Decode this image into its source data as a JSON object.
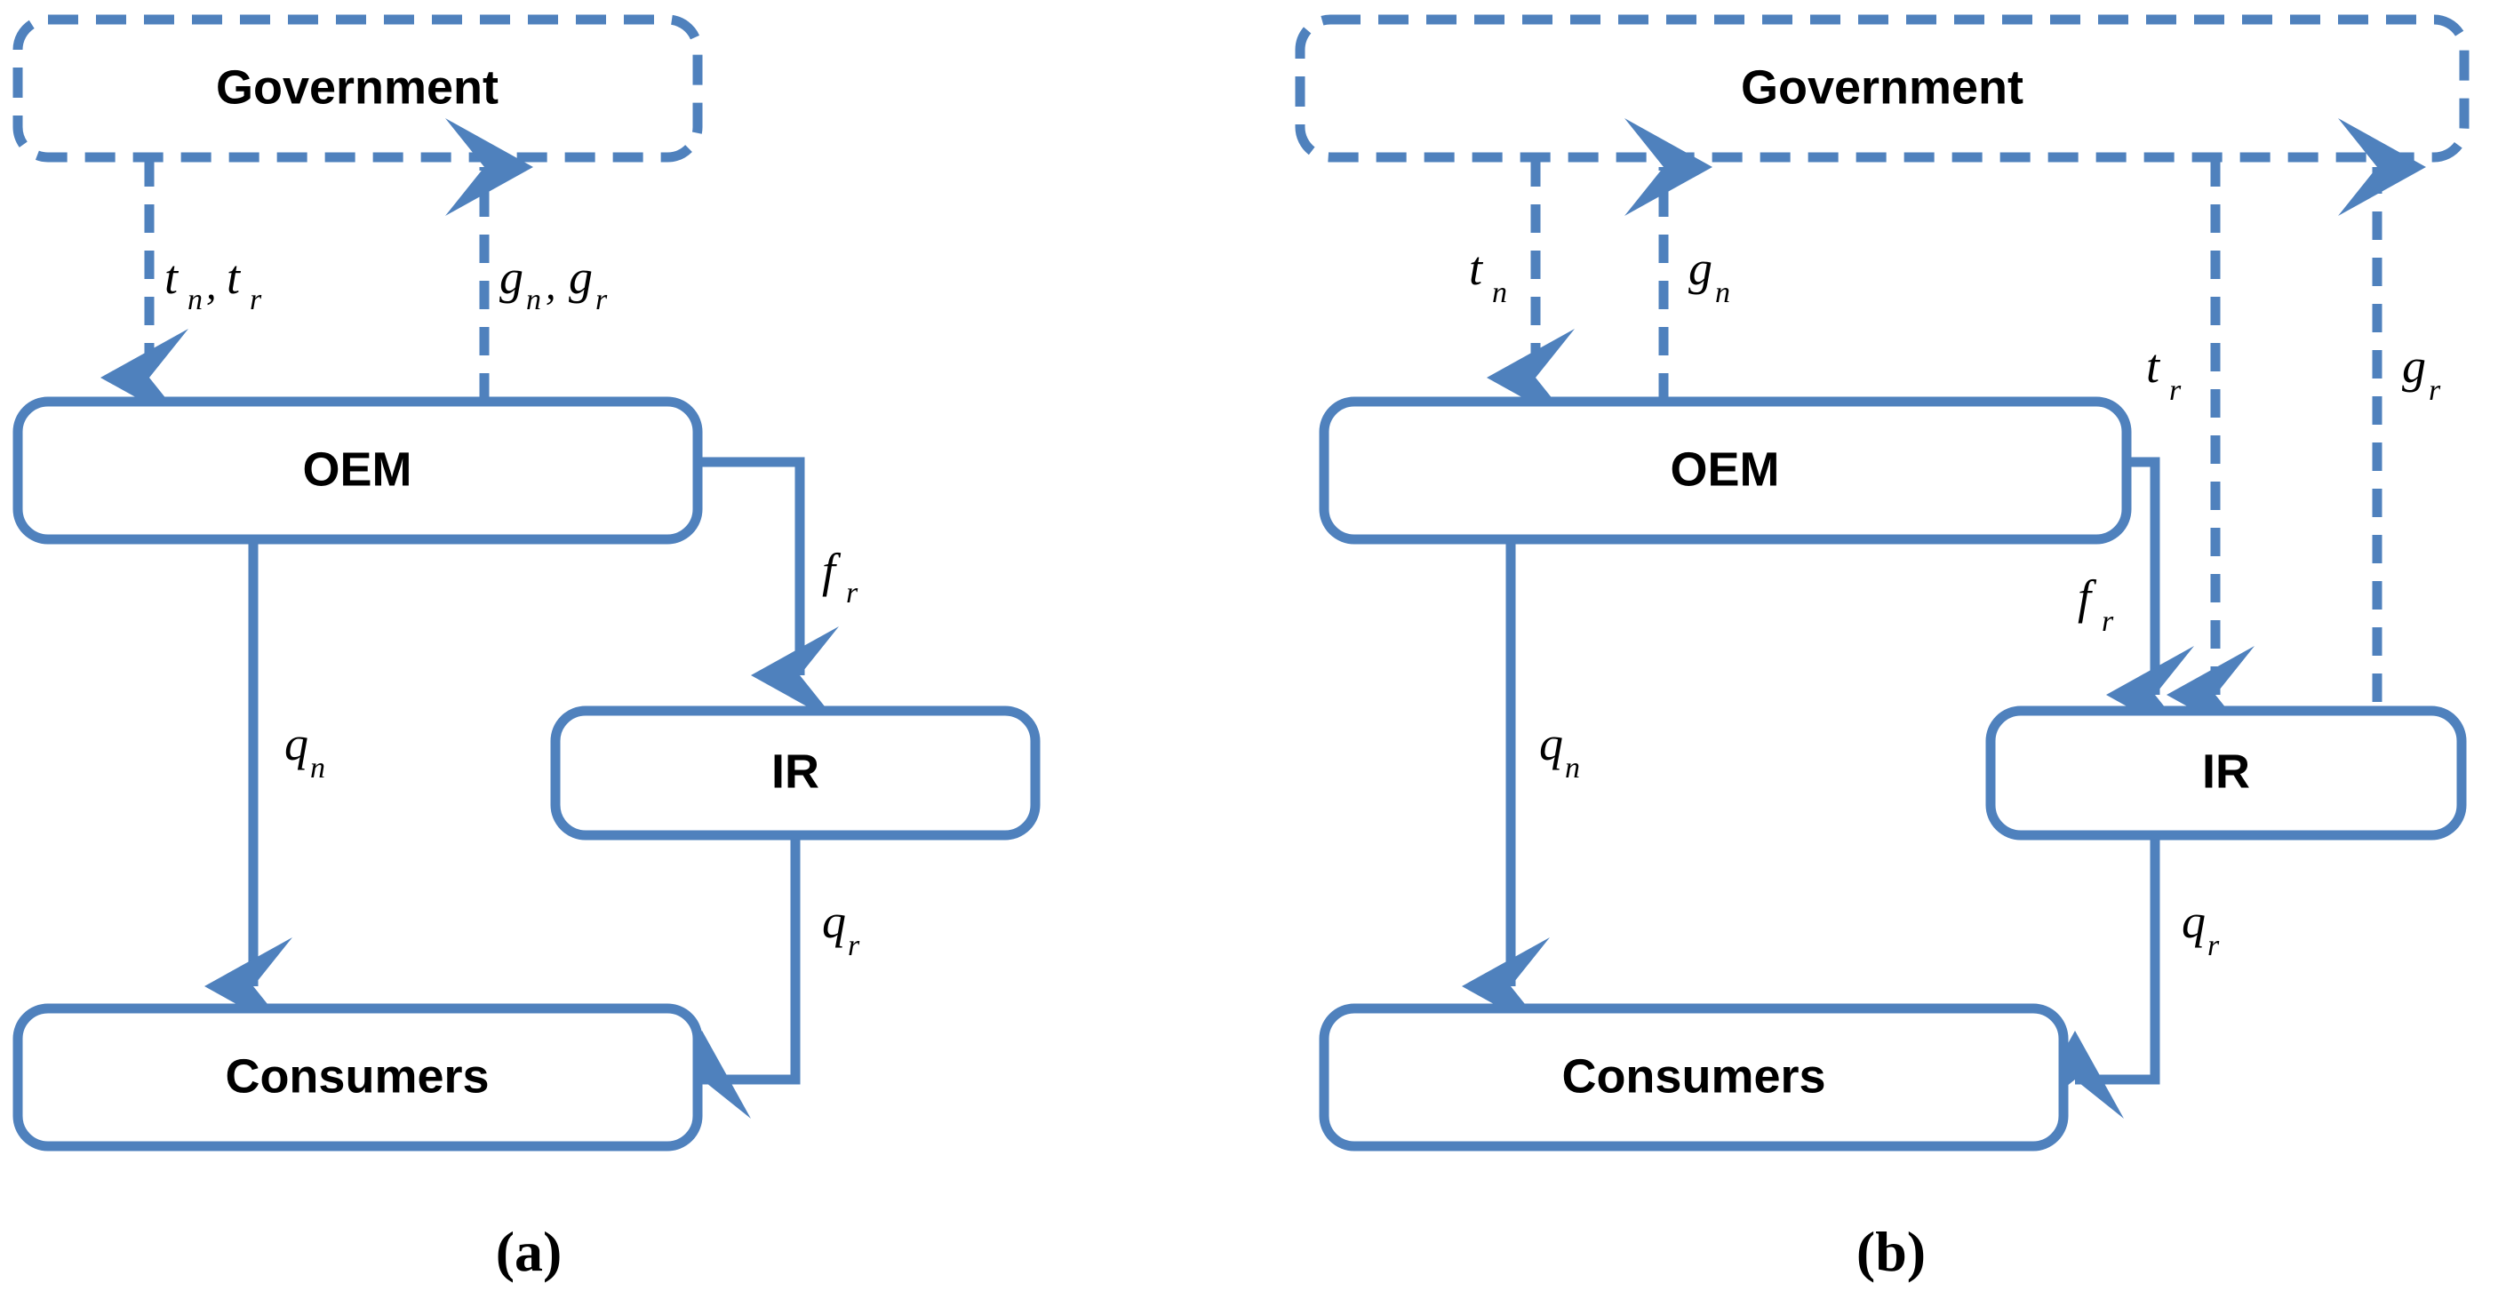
{
  "figure": {
    "colors": {
      "edge_blue": "#4F81BD",
      "text_black": "#000000",
      "background": "#FFFFFF"
    },
    "panels": [
      {
        "id": "a",
        "caption": "(a)",
        "nodes": [
          {
            "id": "government",
            "label": "Government",
            "style": "dashed"
          },
          {
            "id": "oem",
            "label": "OEM",
            "style": "solid"
          },
          {
            "id": "ir",
            "label": "IR",
            "style": "solid"
          },
          {
            "id": "consumers",
            "label": "Consumers",
            "style": "solid"
          }
        ],
        "edges": [
          {
            "id": "gov-to-oem",
            "from": "government",
            "to": "oem",
            "style": "dashed",
            "label_base": "t",
            "label_sub": "n",
            "label_extra": ", ",
            "label_base2": "t",
            "label_sub2": "r"
          },
          {
            "id": "oem-to-gov",
            "from": "oem",
            "to": "government",
            "style": "dashed",
            "label_base": "g",
            "label_sub": "n",
            "label_extra": ", ",
            "label_base2": "g",
            "label_sub2": "r"
          },
          {
            "id": "oem-to-ir",
            "from": "oem",
            "to": "ir",
            "style": "solid",
            "label_base": "f",
            "label_sub": "r"
          },
          {
            "id": "oem-to-consumers",
            "from": "oem",
            "to": "consumers",
            "style": "solid",
            "label_base": "q",
            "label_sub": "n"
          },
          {
            "id": "ir-to-consumers",
            "from": "ir",
            "to": "consumers",
            "style": "solid",
            "label_base": "q",
            "label_sub": "r"
          }
        ]
      },
      {
        "id": "b",
        "caption": "(b)",
        "nodes": [
          {
            "id": "government",
            "label": "Government",
            "style": "dashed"
          },
          {
            "id": "oem",
            "label": "OEM",
            "style": "solid"
          },
          {
            "id": "ir",
            "label": "IR",
            "style": "solid"
          },
          {
            "id": "consumers",
            "label": "Consumers",
            "style": "solid"
          }
        ],
        "edges": [
          {
            "id": "gov-to-oem",
            "from": "government",
            "to": "oem",
            "style": "dashed",
            "label_base": "t",
            "label_sub": "n"
          },
          {
            "id": "oem-to-gov",
            "from": "oem",
            "to": "government",
            "style": "dashed",
            "label_base": "g",
            "label_sub": "n"
          },
          {
            "id": "gov-to-ir",
            "from": "government",
            "to": "ir",
            "style": "dashed",
            "label_base": "t",
            "label_sub": "r"
          },
          {
            "id": "ir-to-gov",
            "from": "ir",
            "to": "government",
            "style": "dashed",
            "label_base": "g",
            "label_sub": "r"
          },
          {
            "id": "oem-to-ir",
            "from": "oem",
            "to": "ir",
            "style": "solid",
            "label_base": "f",
            "label_sub": "r"
          },
          {
            "id": "oem-to-consumers",
            "from": "oem",
            "to": "consumers",
            "style": "solid",
            "label_base": "q",
            "label_sub": "n"
          },
          {
            "id": "ir-to-consumers",
            "from": "ir",
            "to": "consumers",
            "style": "solid",
            "label_base": "q",
            "label_sub": "r"
          }
        ]
      }
    ]
  },
  "labels": {
    "government": "Government",
    "oem": "OEM",
    "ir": "IR",
    "consumers": "Consumers",
    "caption_a": "(a)",
    "caption_b": "(b)",
    "t": "t",
    "g": "g",
    "f": "f",
    "q": "q",
    "sub_n": "n",
    "sub_r": "r",
    "comma": ","
  }
}
